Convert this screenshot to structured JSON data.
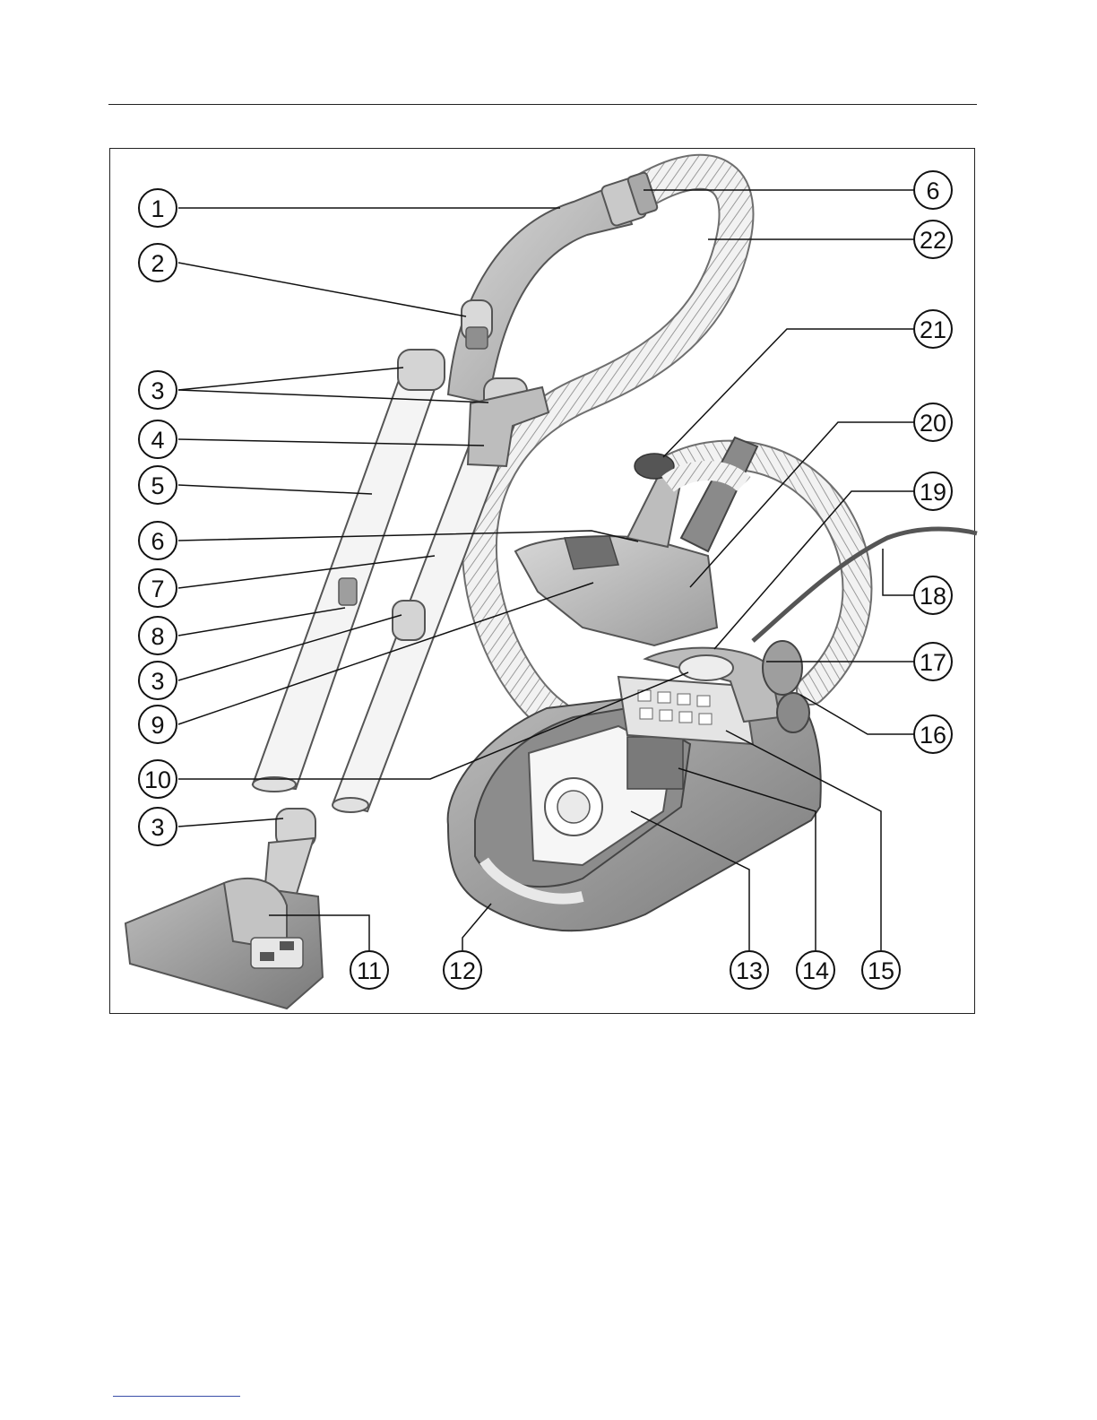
{
  "diagram": {
    "callouts": [
      {
        "id": "c1",
        "label": "1"
      },
      {
        "id": "c2",
        "label": "2"
      },
      {
        "id": "c3a",
        "label": "3"
      },
      {
        "id": "c4",
        "label": "4"
      },
      {
        "id": "c5",
        "label": "5"
      },
      {
        "id": "c6b",
        "label": "6"
      },
      {
        "id": "c7",
        "label": "7"
      },
      {
        "id": "c8",
        "label": "8"
      },
      {
        "id": "c3b",
        "label": "3"
      },
      {
        "id": "c9",
        "label": "9"
      },
      {
        "id": "c10",
        "label": "10"
      },
      {
        "id": "c3c",
        "label": "3"
      },
      {
        "id": "c11",
        "label": "11"
      },
      {
        "id": "c12",
        "label": "12"
      },
      {
        "id": "c13",
        "label": "13"
      },
      {
        "id": "c14",
        "label": "14"
      },
      {
        "id": "c15",
        "label": "15"
      },
      {
        "id": "c6a",
        "label": "6"
      },
      {
        "id": "c22",
        "label": "22"
      },
      {
        "id": "c21",
        "label": "21"
      },
      {
        "id": "c20",
        "label": "20"
      },
      {
        "id": "c19",
        "label": "19"
      },
      {
        "id": "c18",
        "label": "18"
      },
      {
        "id": "c17",
        "label": "17"
      },
      {
        "id": "c16",
        "label": "16"
      }
    ]
  }
}
